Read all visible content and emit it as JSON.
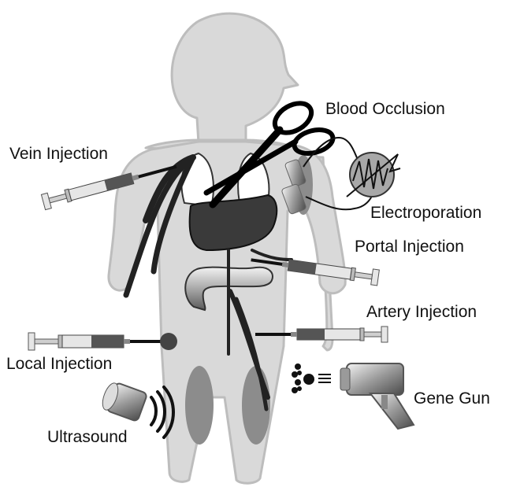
{
  "labels": {
    "blood_occlusion": "Blood Occlusion",
    "vein_injection": "Vein Injection",
    "electroporation": "Electroporation",
    "portal_injection": "Portal Injection",
    "artery_injection": "Artery Injection",
    "local_injection": "Local Injection",
    "gene_gun": "Gene Gun",
    "ultrasound": "Ultrasound"
  },
  "colors": {
    "body_fill": "#d9d9d9",
    "body_outline": "#bdbdbd",
    "liver": "#3a3a3a",
    "muscle": "#8c8c8c",
    "syringe_barrel": "#e6e6e6",
    "syringe_fluid": "#555555",
    "lines": "#111111"
  }
}
